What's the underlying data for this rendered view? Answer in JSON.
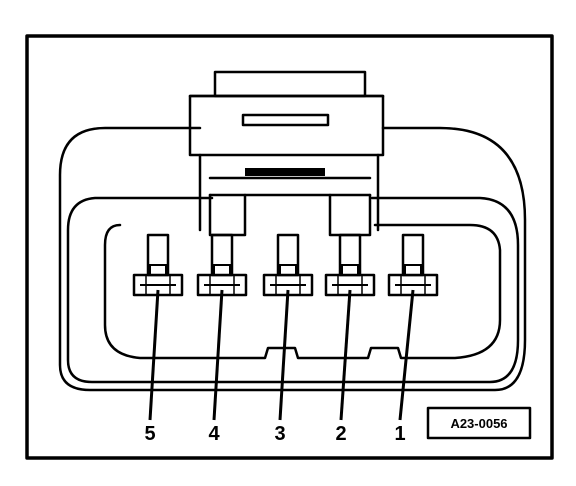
{
  "diagram": {
    "pins": [
      {
        "number": "5"
      },
      {
        "number": "4"
      },
      {
        "number": "3"
      },
      {
        "number": "2"
      },
      {
        "number": "1"
      }
    ],
    "reference_code": "A23-0056"
  }
}
